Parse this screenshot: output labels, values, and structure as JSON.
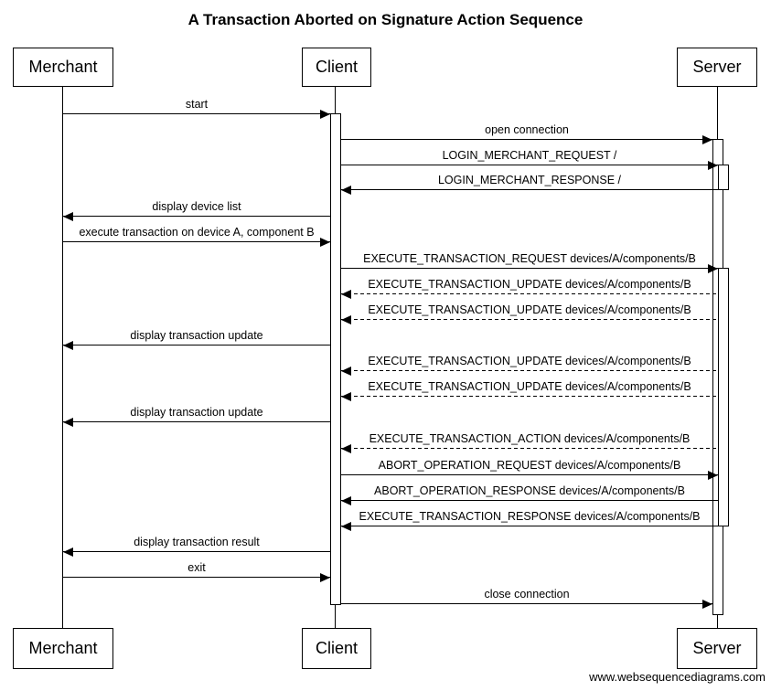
{
  "title": "A Transaction Aborted on Signature Action Sequence",
  "watermark": "www.websequencediagrams.com",
  "participants": [
    {
      "id": "merchant",
      "label": "Merchant"
    },
    {
      "id": "client",
      "label": "Client"
    },
    {
      "id": "server",
      "label": "Server"
    }
  ],
  "messages": [
    {
      "from": "Merchant",
      "to": "Client",
      "label": "start",
      "line": "solid"
    },
    {
      "from": "Client",
      "to": "Server",
      "label": "open connection",
      "line": "solid"
    },
    {
      "from": "Client",
      "to": "Server",
      "label": "LOGIN_MERCHANT_REQUEST /",
      "line": "solid"
    },
    {
      "from": "Server",
      "to": "Client",
      "label": "LOGIN_MERCHANT_RESPONSE /",
      "line": "solid"
    },
    {
      "from": "Client",
      "to": "Merchant",
      "label": "display device list",
      "line": "solid"
    },
    {
      "from": "Merchant",
      "to": "Client",
      "label": "execute transaction on device A, component B",
      "line": "solid"
    },
    {
      "from": "Client",
      "to": "Server",
      "label": "EXECUTE_TRANSACTION_REQUEST devices/A/components/B",
      "line": "solid"
    },
    {
      "from": "Server",
      "to": "Client",
      "label": "EXECUTE_TRANSACTION_UPDATE devices/A/components/B",
      "line": "dashed"
    },
    {
      "from": "Server",
      "to": "Client",
      "label": "EXECUTE_TRANSACTION_UPDATE devices/A/components/B",
      "line": "dashed"
    },
    {
      "from": "Client",
      "to": "Merchant",
      "label": "display transaction update",
      "line": "solid"
    },
    {
      "from": "Server",
      "to": "Client",
      "label": "EXECUTE_TRANSACTION_UPDATE devices/A/components/B",
      "line": "dashed"
    },
    {
      "from": "Server",
      "to": "Client",
      "label": "EXECUTE_TRANSACTION_UPDATE devices/A/components/B",
      "line": "dashed"
    },
    {
      "from": "Client",
      "to": "Merchant",
      "label": "display transaction update",
      "line": "solid"
    },
    {
      "from": "Server",
      "to": "Client",
      "label": "EXECUTE_TRANSACTION_ACTION devices/A/components/B",
      "line": "dashed"
    },
    {
      "from": "Client",
      "to": "Server",
      "label": "ABORT_OPERATION_REQUEST devices/A/components/B",
      "line": "solid"
    },
    {
      "from": "Server",
      "to": "Client",
      "label": "ABORT_OPERATION_RESPONSE devices/A/components/B",
      "line": "solid"
    },
    {
      "from": "Server",
      "to": "Client",
      "label": "EXECUTE_TRANSACTION_RESPONSE devices/A/components/B",
      "line": "solid"
    },
    {
      "from": "Client",
      "to": "Merchant",
      "label": "display transaction result",
      "line": "solid"
    },
    {
      "from": "Merchant",
      "to": "Client",
      "label": "exit",
      "line": "solid"
    },
    {
      "from": "Client",
      "to": "Server",
      "label": "close connection",
      "line": "solid"
    }
  ],
  "colors": {
    "line": "#000000",
    "background": "#ffffff",
    "box_fill": "#ffffff"
  }
}
